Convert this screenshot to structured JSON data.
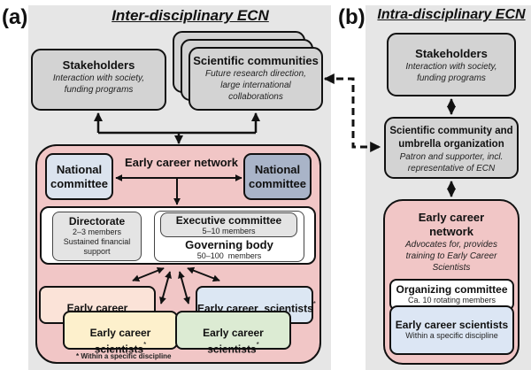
{
  "panel_a": {
    "label": "(a)",
    "title": "Inter-disciplinary ECN",
    "stakeholders": {
      "title": "Stakeholders",
      "desc_line1": "Interaction with society,",
      "desc_line2": "funding programs"
    },
    "scientific_communities": {
      "title": "Scientific communities",
      "desc_line1": "Future research direction,",
      "desc_line2": "large international",
      "desc_line3": "collaborations"
    },
    "ecn": {
      "title": "Early career network",
      "national_committee_left": {
        "line1": "National",
        "line2": "committee"
      },
      "national_committee_right": {
        "line1": "National",
        "line2": "committee"
      },
      "directorate": {
        "title": "Directorate",
        "members": "2–3 members",
        "note_line1": "Sustained financial",
        "note_line2": "support"
      },
      "executive_committee": {
        "title": "Executive committee",
        "members": "5–10 members"
      },
      "governing_body": {
        "title": "Governing body",
        "members": "50–100  members"
      },
      "scientist_groups": [
        {
          "label": "Early career scientists",
          "mark": "*",
          "color": "#fbe3d8"
        },
        {
          "label": "Early career scientists",
          "mark": "*",
          "color": "#fdf0cc"
        },
        {
          "label": "Early career  scientists",
          "mark": "*",
          "color": "#dce7f3"
        },
        {
          "label": "Early career scientists",
          "mark": "*",
          "color": "#dcebd3"
        }
      ],
      "footnote": "* Within a specific discipline"
    }
  },
  "panel_b": {
    "label": "(b)",
    "title": "Intra-disciplinary ECN",
    "stakeholders": {
      "title": "Stakeholders",
      "desc_line1": "Interaction with society,",
      "desc_line2": "funding programs"
    },
    "umbrella": {
      "title_line1": "Scientific community and",
      "title_line2": "umbrella organization",
      "desc_line1": "Patron and supporter, incl.",
      "desc_line2": "representative of ECN"
    },
    "ecn": {
      "title_line1": "Early career",
      "title_line2": "network",
      "desc_line1": "Advocates for, provides",
      "desc_line2": "training to Early Career",
      "desc_line3": "Scientists",
      "organizing_committee": {
        "title": "Organizing committee",
        "members": "Ca. 10 rotating members"
      },
      "scientists": {
        "title": "Early career scientists",
        "desc": "Within a specific discipline"
      }
    }
  },
  "colors": {
    "panel_bg": "#e6e6e6",
    "box_gray": "#d3d3d3",
    "ecn_pink": "#f1c6c6",
    "national_left": "#dbe3ee",
    "national_right": "#a9b4c8",
    "scientists_b": "#dce6f4"
  }
}
